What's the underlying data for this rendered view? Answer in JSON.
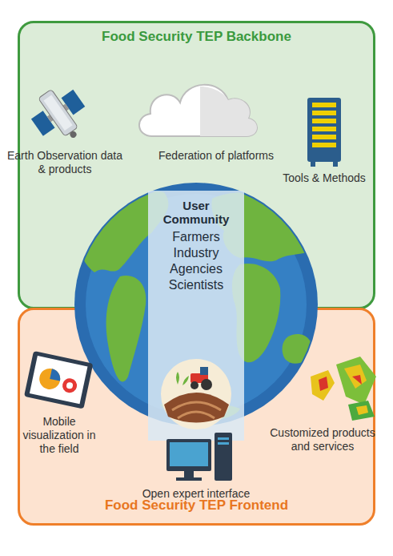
{
  "diagram": {
    "nodes": [
      {
        "text": [
          "Food Security TEP Backbone"
        ]
      },
      {
        "text": [
          "Food Security TEP Frontend"
        ]
      },
      {
        "text": [
          "User Community",
          "Farmers Industry Agencies Scientists"
        ]
      }
    ],
    "labels": [
      "Earth Observation data & products",
      "Federation of platforms",
      "Tools & Methods",
      "Mobile visualization in the field",
      "Open expert interface",
      "Customized products and services"
    ]
  }
}
